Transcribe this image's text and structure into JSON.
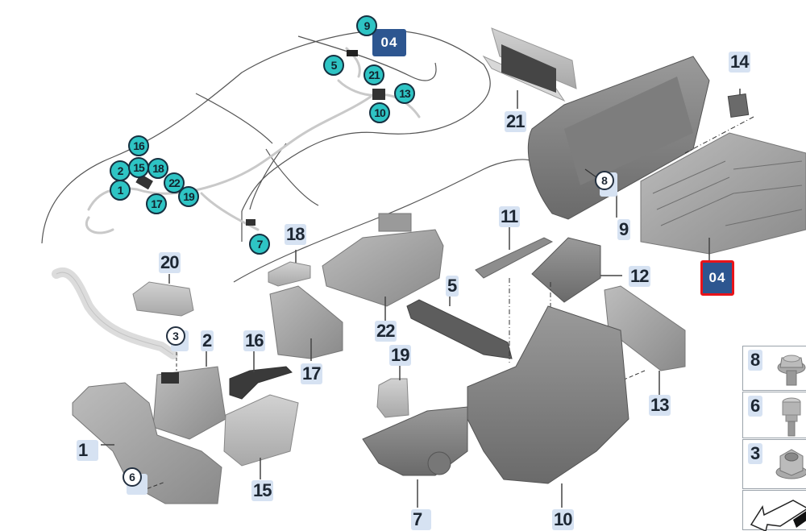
{
  "diagram": {
    "title": "Parts diagram - fuse box / power distribution components",
    "label_color": "#d6e2f2",
    "hotspot_color": "#2ec4c4",
    "badge_color": "#2d5690",
    "selected_outline_color": "#e8141a"
  },
  "car_overview": {
    "badge_04": "04",
    "hotspots": [
      {
        "id": "9"
      },
      {
        "id": "5"
      },
      {
        "id": "21"
      },
      {
        "id": "13"
      },
      {
        "id": "10"
      },
      {
        "id": "16"
      },
      {
        "id": "2"
      },
      {
        "id": "15"
      },
      {
        "id": "18"
      },
      {
        "id": "1"
      },
      {
        "id": "22"
      },
      {
        "id": "17"
      },
      {
        "id": "19"
      },
      {
        "id": "7"
      }
    ]
  },
  "part_labels": [
    {
      "id": "21"
    },
    {
      "id": "14"
    },
    {
      "id": "9"
    },
    {
      "id": "20"
    },
    {
      "id": "18"
    },
    {
      "id": "11"
    },
    {
      "id": "12"
    },
    {
      "id": "5"
    },
    {
      "id": "22"
    },
    {
      "id": "2"
    },
    {
      "id": "16"
    },
    {
      "id": "17"
    },
    {
      "id": "19"
    },
    {
      "id": "1"
    },
    {
      "id": "15"
    },
    {
      "id": "13"
    },
    {
      "id": "7"
    },
    {
      "id": "10"
    }
  ],
  "ref_circles": [
    {
      "id": "8"
    },
    {
      "id": "3"
    },
    {
      "id": "6"
    }
  ],
  "selected_badge": {
    "label": "04"
  },
  "hardware_panel": [
    {
      "id": "8",
      "icon": "flange-bolt-icon"
    },
    {
      "id": "6",
      "icon": "torx-screw-icon"
    },
    {
      "id": "3",
      "icon": "hex-nut-icon"
    },
    {
      "id": "",
      "icon": "arrow-icon"
    }
  ]
}
